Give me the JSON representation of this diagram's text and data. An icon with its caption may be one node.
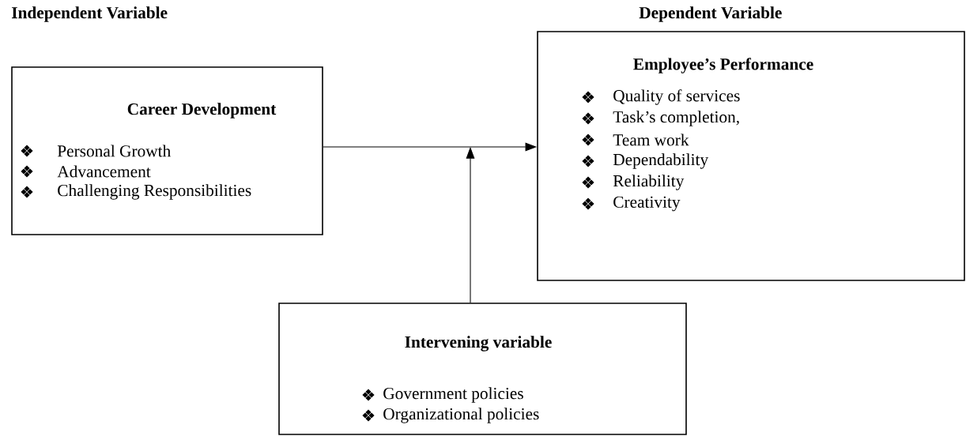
{
  "diagram": {
    "nodes": [
      {
        "text": [
          "Career Development",
          "Personal Growth",
          "Advancement",
          "Challenging Responsibilities"
        ],
        "beside": [
          "Independent Variable"
        ]
      },
      {
        "text": [
          "Employee’s Performance",
          "Quality of services",
          "Task’s completion,",
          "Team work",
          "Dependability",
          "Reliability",
          "Creativity"
        ],
        "beside": [
          "Dependent Variable"
        ]
      },
      {
        "text": [
          "Intervening variable",
          "Government policies",
          "Organizational policies"
        ]
      }
    ],
    "edges": [
      {
        "from": 0,
        "to": 1,
        "arrow": "to"
      },
      {
        "from": 2,
        "to": null,
        "arrow": "to"
      }
    ]
  }
}
